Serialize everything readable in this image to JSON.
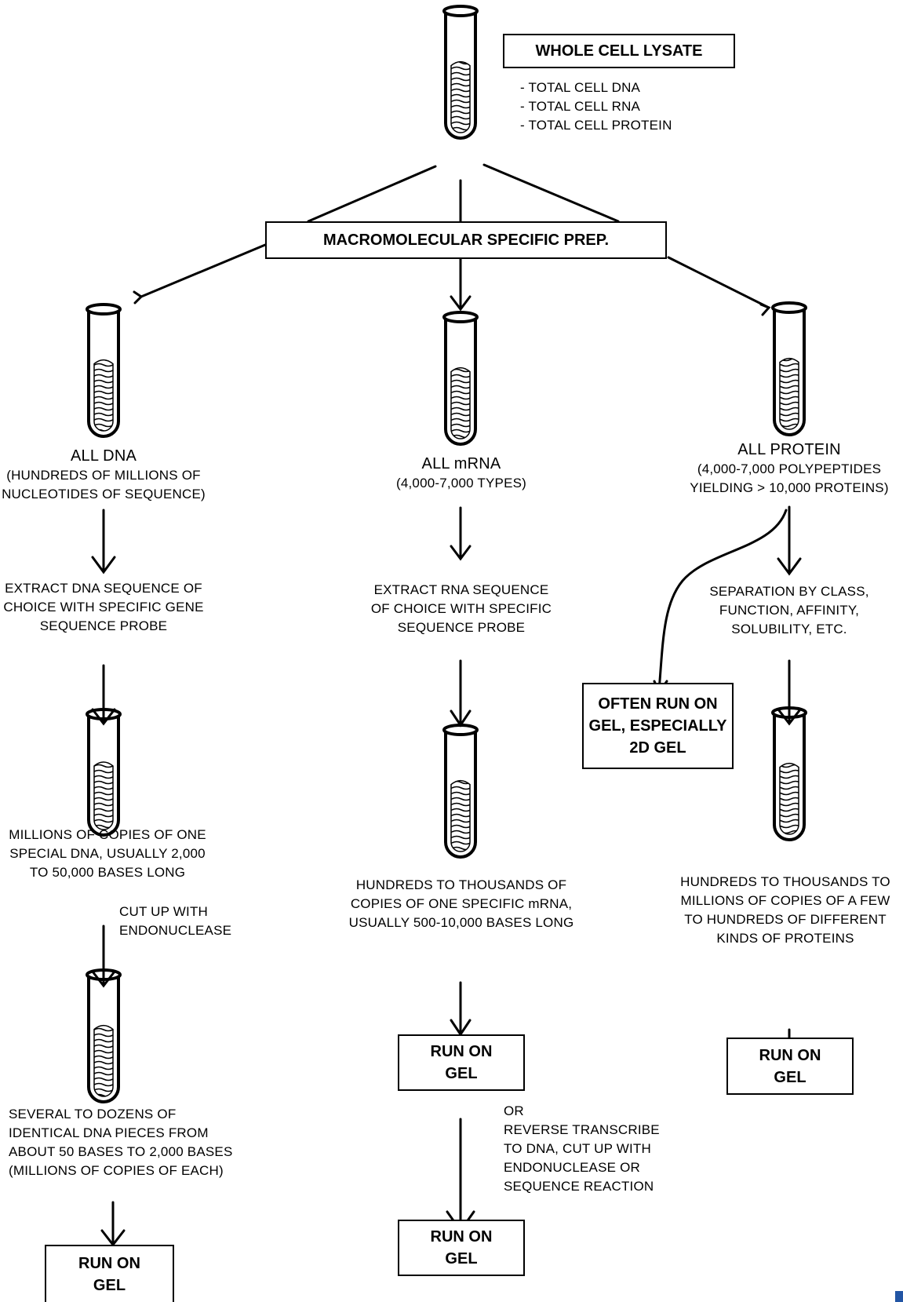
{
  "top": {
    "box": "WHOLE CELL LYSATE",
    "contents": [
      "- TOTAL CELL DNA",
      "- TOTAL CELL RNA",
      "- TOTAL CELL PROTEIN"
    ]
  },
  "prep_box": "MACROMOLECULAR SPECIFIC PREP.",
  "dna": {
    "title": "ALL DNA",
    "subtitle": [
      "(HUNDREDS OF MILLIONS OF",
      "NUCLEOTIDES OF SEQUENCE)"
    ],
    "step1": [
      "EXTRACT DNA SEQUENCE OF",
      "CHOICE WITH SPECIFIC GENE",
      "SEQUENCE PROBE"
    ],
    "result1": [
      "MILLIONS OF COPIES OF ONE",
      "SPECIAL DNA, USUALLY 2,000",
      "TO 50,000 BASES LONG"
    ],
    "cut": [
      "CUT UP WITH",
      "ENDONUCLEASE"
    ],
    "result2": [
      "SEVERAL TO DOZENS OF",
      "IDENTICAL DNA PIECES FROM",
      "ABOUT 50 BASES TO 2,000 BASES",
      "(MILLIONS OF COPIES OF EACH)"
    ],
    "gel": "RUN ON\nGEL"
  },
  "rna": {
    "title": "ALL mRNA",
    "subtitle": [
      "(4,000-7,000 TYPES)"
    ],
    "step1": [
      "EXTRACT RNA SEQUENCE",
      "OF CHOICE WITH SPECIFIC",
      "SEQUENCE PROBE"
    ],
    "result1": [
      "HUNDREDS TO THOUSANDS OF",
      "COPIES OF ONE SPECIFIC mRNA,",
      "USUALLY 500-10,000 BASES LONG"
    ],
    "gel1": "RUN ON\nGEL",
    "alt": [
      "OR",
      "REVERSE TRANSCRIBE",
      "TO DNA, CUT UP WITH",
      "ENDONUCLEASE OR",
      "SEQUENCE REACTION"
    ],
    "gel2": "RUN ON\nGEL"
  },
  "protein": {
    "title": "ALL PROTEIN",
    "subtitle": [
      "(4,000-7,000 POLYPEPTIDES",
      "YIELDING > 10,000 PROTEINS)"
    ],
    "often_box": "OFTEN RUN ON\nGEL, ESPECIALLY\n2D GEL",
    "step1": [
      "SEPARATION BY CLASS,",
      "FUNCTION, AFFINITY,",
      "SOLUBILITY, ETC."
    ],
    "result1": [
      "HUNDREDS TO THOUSANDS TO",
      "MILLIONS OF COPIES OF A  FEW",
      "TO HUNDREDS OF DIFFERENT",
      "KINDS OF PROTEINS"
    ],
    "gel": "RUN ON\nGEL"
  },
  "tube_icon": "test-tube",
  "colors": {
    "ink": "#000000",
    "corner_accent": "#2255a4"
  }
}
